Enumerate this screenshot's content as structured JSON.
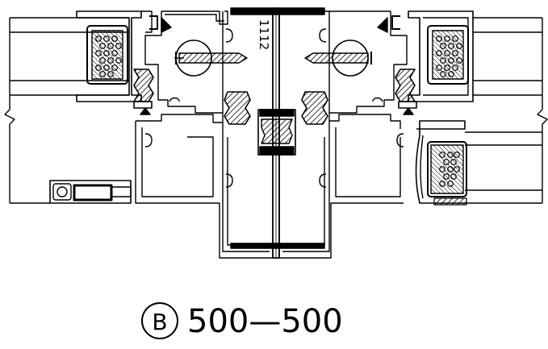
{
  "profile_code": "1112",
  "section_letter": "B",
  "section_range": "500—500",
  "colors": {
    "line": "#000000",
    "background": "#ffffff"
  }
}
